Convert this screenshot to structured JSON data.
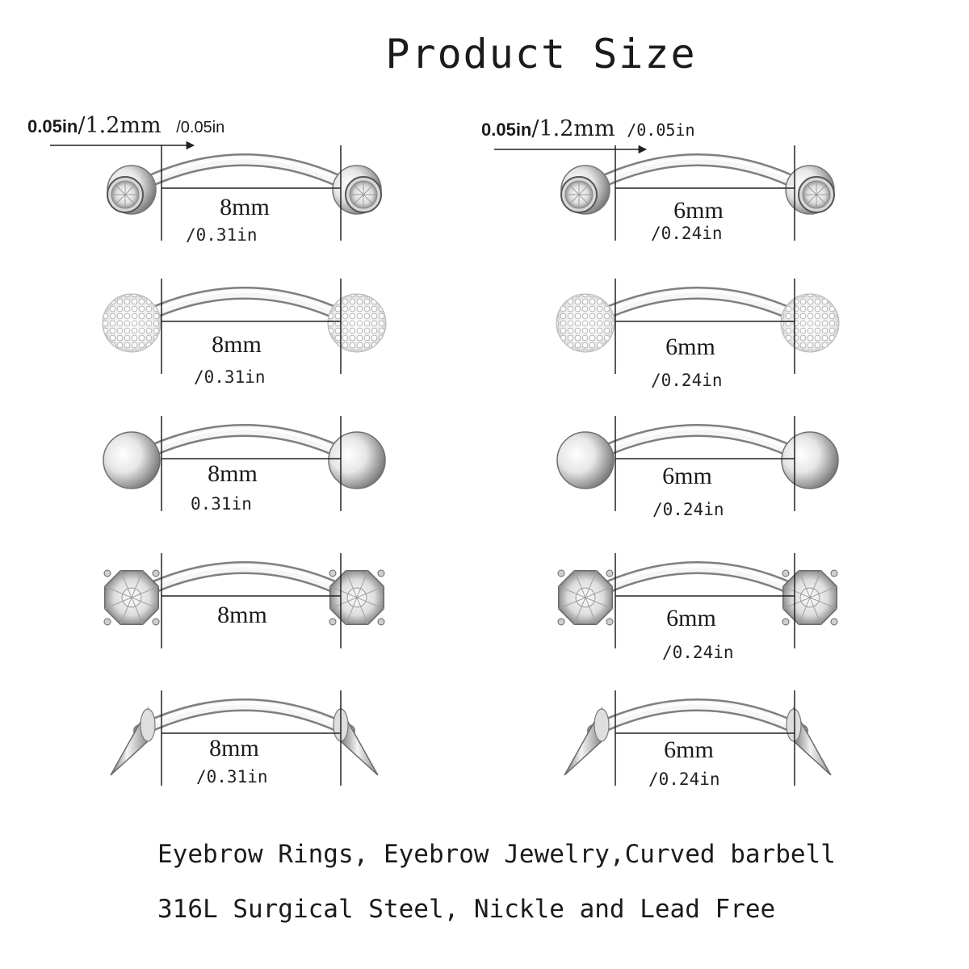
{
  "title": "Product Size",
  "gauge": {
    "left": {
      "in_prefix": "0.05in",
      "slash_mm": "/1.2mm",
      "suffix": "/0.05in"
    },
    "right": {
      "in_prefix": "0.05in",
      "slash_mm": "/1.2mm",
      "suffix": "/0.05in"
    }
  },
  "rows": [
    {
      "end_style": "gem-bezel",
      "left": {
        "mm": "8mm",
        "inch": "/0.31in"
      },
      "right": {
        "mm": "6mm",
        "inch": "/0.24in"
      }
    },
    {
      "end_style": "pave-ball",
      "left": {
        "mm": "8mm",
        "inch": "/0.31in"
      },
      "right": {
        "mm": "6mm",
        "inch": "/0.24in"
      }
    },
    {
      "end_style": "steel-ball",
      "left": {
        "mm": "8mm",
        "inch": "0.31in"
      },
      "right": {
        "mm": "6mm",
        "inch": "/0.24in"
      }
    },
    {
      "end_style": "prong-gem",
      "left": {
        "mm": "8mm",
        "inch": ""
      },
      "right": {
        "mm": "6mm",
        "inch": "/0.24in"
      }
    },
    {
      "end_style": "spike",
      "left": {
        "mm": "8mm",
        "inch": "/0.31in"
      },
      "right": {
        "mm": "6mm",
        "inch": "/0.24in"
      }
    }
  ],
  "captions": {
    "line1": "Eyebrow Rings,  Eyebrow Jewelry,Curved barbell",
    "line2": "316L Surgical Steel, Nickle and Lead Free"
  }
}
